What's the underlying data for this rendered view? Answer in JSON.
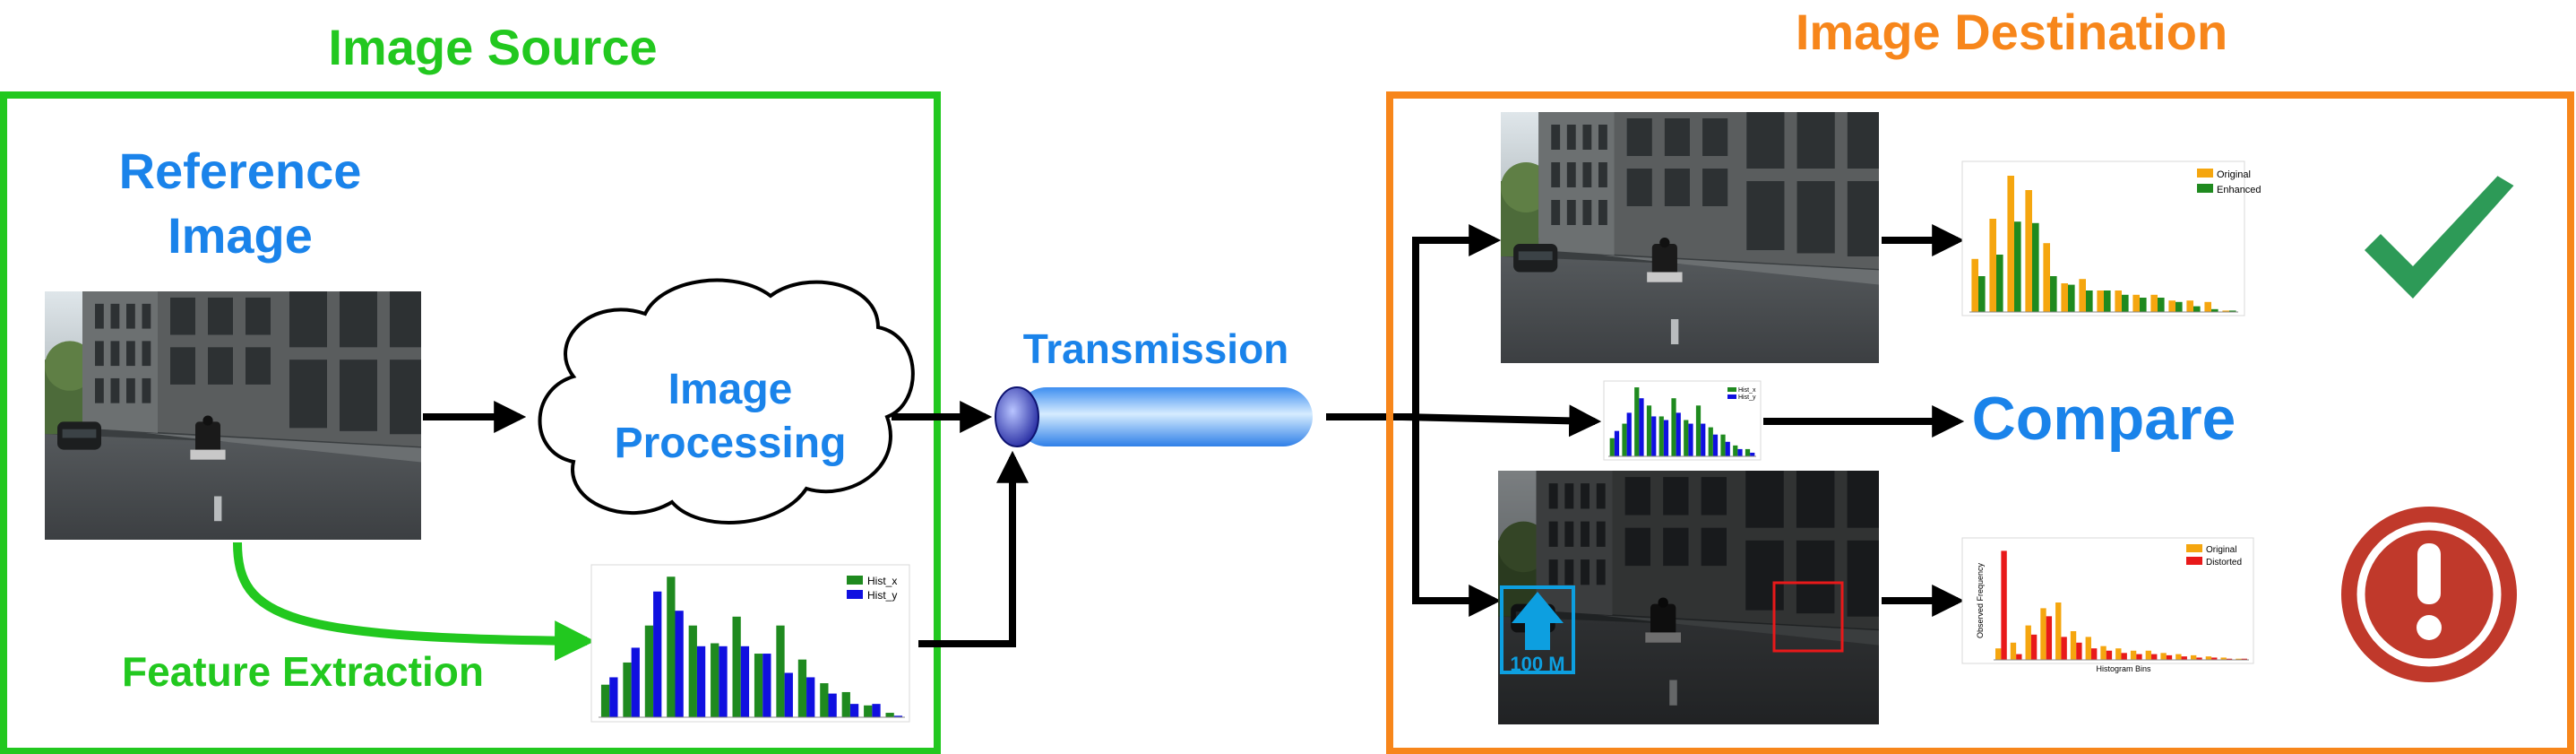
{
  "source_panel": {
    "title": "Image Source",
    "reference_label_line1": "Reference",
    "reference_label_line2": "Image",
    "processing_label_line1": "Image",
    "processing_label_line2": "Processing",
    "feature_label": "Feature Extraction",
    "feature_chart": {
      "legend": [
        "Hist_x",
        "Hist_y"
      ],
      "series_colors": [
        "#1f8a1f",
        "#1010e0"
      ],
      "values_x": [
        0.22,
        0.37,
        0.62,
        0.95,
        0.62,
        0.5,
        0.68,
        0.43,
        0.62,
        0.39,
        0.23,
        0.17,
        0.08,
        0.03
      ],
      "values_y": [
        0.27,
        0.47,
        0.85,
        0.72,
        0.48,
        0.48,
        0.48,
        0.43,
        0.3,
        0.27,
        0.16,
        0.09,
        0.09,
        0.01
      ]
    }
  },
  "transmission": {
    "label": "Transmission"
  },
  "destination_panel": {
    "title": "Image Destination",
    "compare_label": "Compare",
    "overlay_label": "100 M",
    "top_chart": {
      "legend": [
        "Original",
        "Enhanced"
      ],
      "series_colors": [
        "#f5a60f",
        "#1f8a1f"
      ],
      "values_a": [
        0.37,
        0.65,
        0.95,
        0.85,
        0.48,
        0.2,
        0.23,
        0.15,
        0.15,
        0.12,
        0.12,
        0.08,
        0.08,
        0.07,
        0.01
      ],
      "values_b": [
        0.25,
        0.4,
        0.63,
        0.62,
        0.25,
        0.19,
        0.15,
        0.15,
        0.12,
        0.1,
        0.1,
        0.07,
        0.04,
        0.02,
        0.01
      ]
    },
    "mid_chart": {
      "legend": [
        "Hist_x",
        "Hist_y"
      ],
      "series_colors": [
        "#1f8a1f",
        "#1010e0"
      ],
      "values_x": [
        0.25,
        0.45,
        0.95,
        0.7,
        0.55,
        0.8,
        0.5,
        0.7,
        0.4,
        0.3,
        0.15,
        0.1
      ],
      "values_y": [
        0.35,
        0.6,
        0.8,
        0.55,
        0.5,
        0.6,
        0.45,
        0.45,
        0.3,
        0.2,
        0.1,
        0.05
      ]
    },
    "bottom_chart": {
      "legend": [
        "Original",
        "Distorted"
      ],
      "series_colors": [
        "#f5a60f",
        "#e8191a"
      ],
      "ylabel": "Observed Frequency",
      "xlabel": "Histogram Bins",
      "values_a": [
        0.1,
        0.15,
        0.3,
        0.45,
        0.5,
        0.25,
        0.2,
        0.12,
        0.1,
        0.08,
        0.08,
        0.06,
        0.05,
        0.04,
        0.03,
        0.02,
        0.01
      ],
      "values_b": [
        0.95,
        0.05,
        0.22,
        0.38,
        0.2,
        0.15,
        0.1,
        0.08,
        0.06,
        0.05,
        0.05,
        0.04,
        0.03,
        0.02,
        0.02,
        0.01,
        0.01
      ]
    },
    "status_icons": [
      "checkmark-icon",
      "warning-icon"
    ]
  },
  "colors": {
    "source_green": "#22c81f",
    "destination_orange": "#f7861b",
    "label_blue": "#1a83ea",
    "check_green": "#2d9a57",
    "warning_red": "#c0392b",
    "overlay_cyan": "#0d9fe0"
  }
}
